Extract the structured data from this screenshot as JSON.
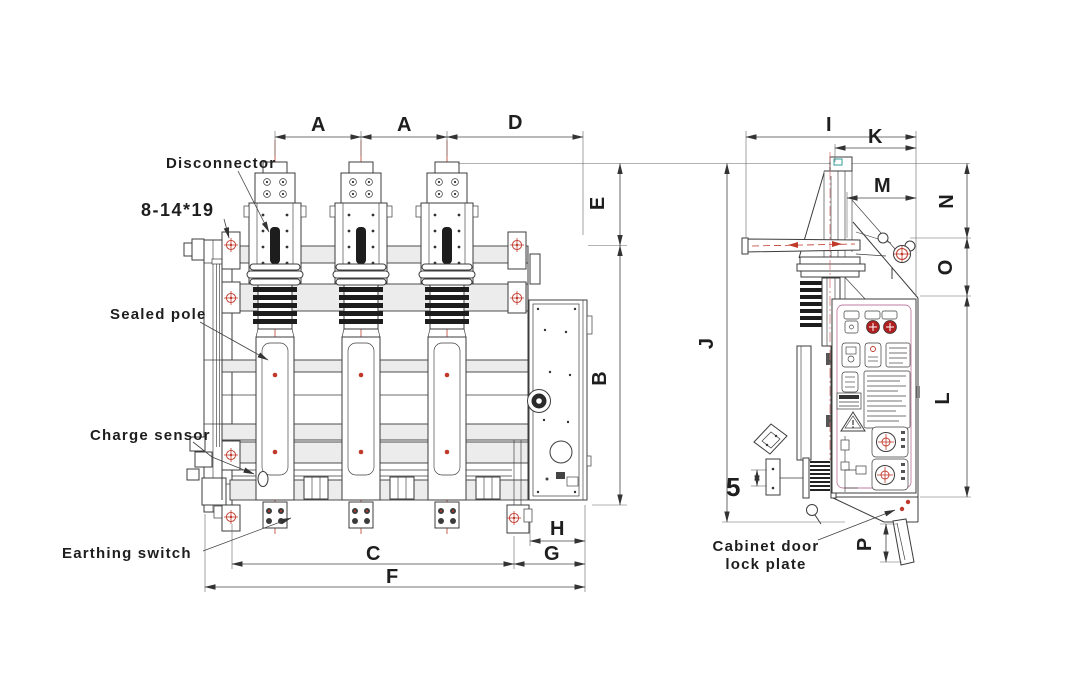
{
  "drawing": {
    "front_view": {
      "dim_a1": "A",
      "dim_a2": "A",
      "dim_d": "D",
      "dim_e": "E",
      "dim_b": "B",
      "dim_c": "C",
      "dim_f": "F",
      "dim_g": "G",
      "dim_h": "H",
      "labels": {
        "disconnector": "Disconnector",
        "mounting_hole": "8-14*19",
        "sealed_pole": "Sealed pole",
        "charge_sensor": "Charge sensor",
        "earthing_switch": "Earthing switch"
      }
    },
    "side_view": {
      "dim_i": "I",
      "dim_k": "K",
      "dim_m": "M",
      "dim_n": "N",
      "dim_o": "O",
      "dim_j": "J",
      "dim_l": "L",
      "dim_p": "P",
      "dim_plate": "5",
      "labels": {
        "cabinet_door_line1": "Cabinet door",
        "cabinet_door_line2": "lock plate"
      }
    },
    "colors": {
      "line": "#3c3c3c",
      "centerline": "#c0392b",
      "accent_red": "#c0392b",
      "teal": "#2f9e98",
      "panel_outline": "#c27ba0"
    }
  }
}
